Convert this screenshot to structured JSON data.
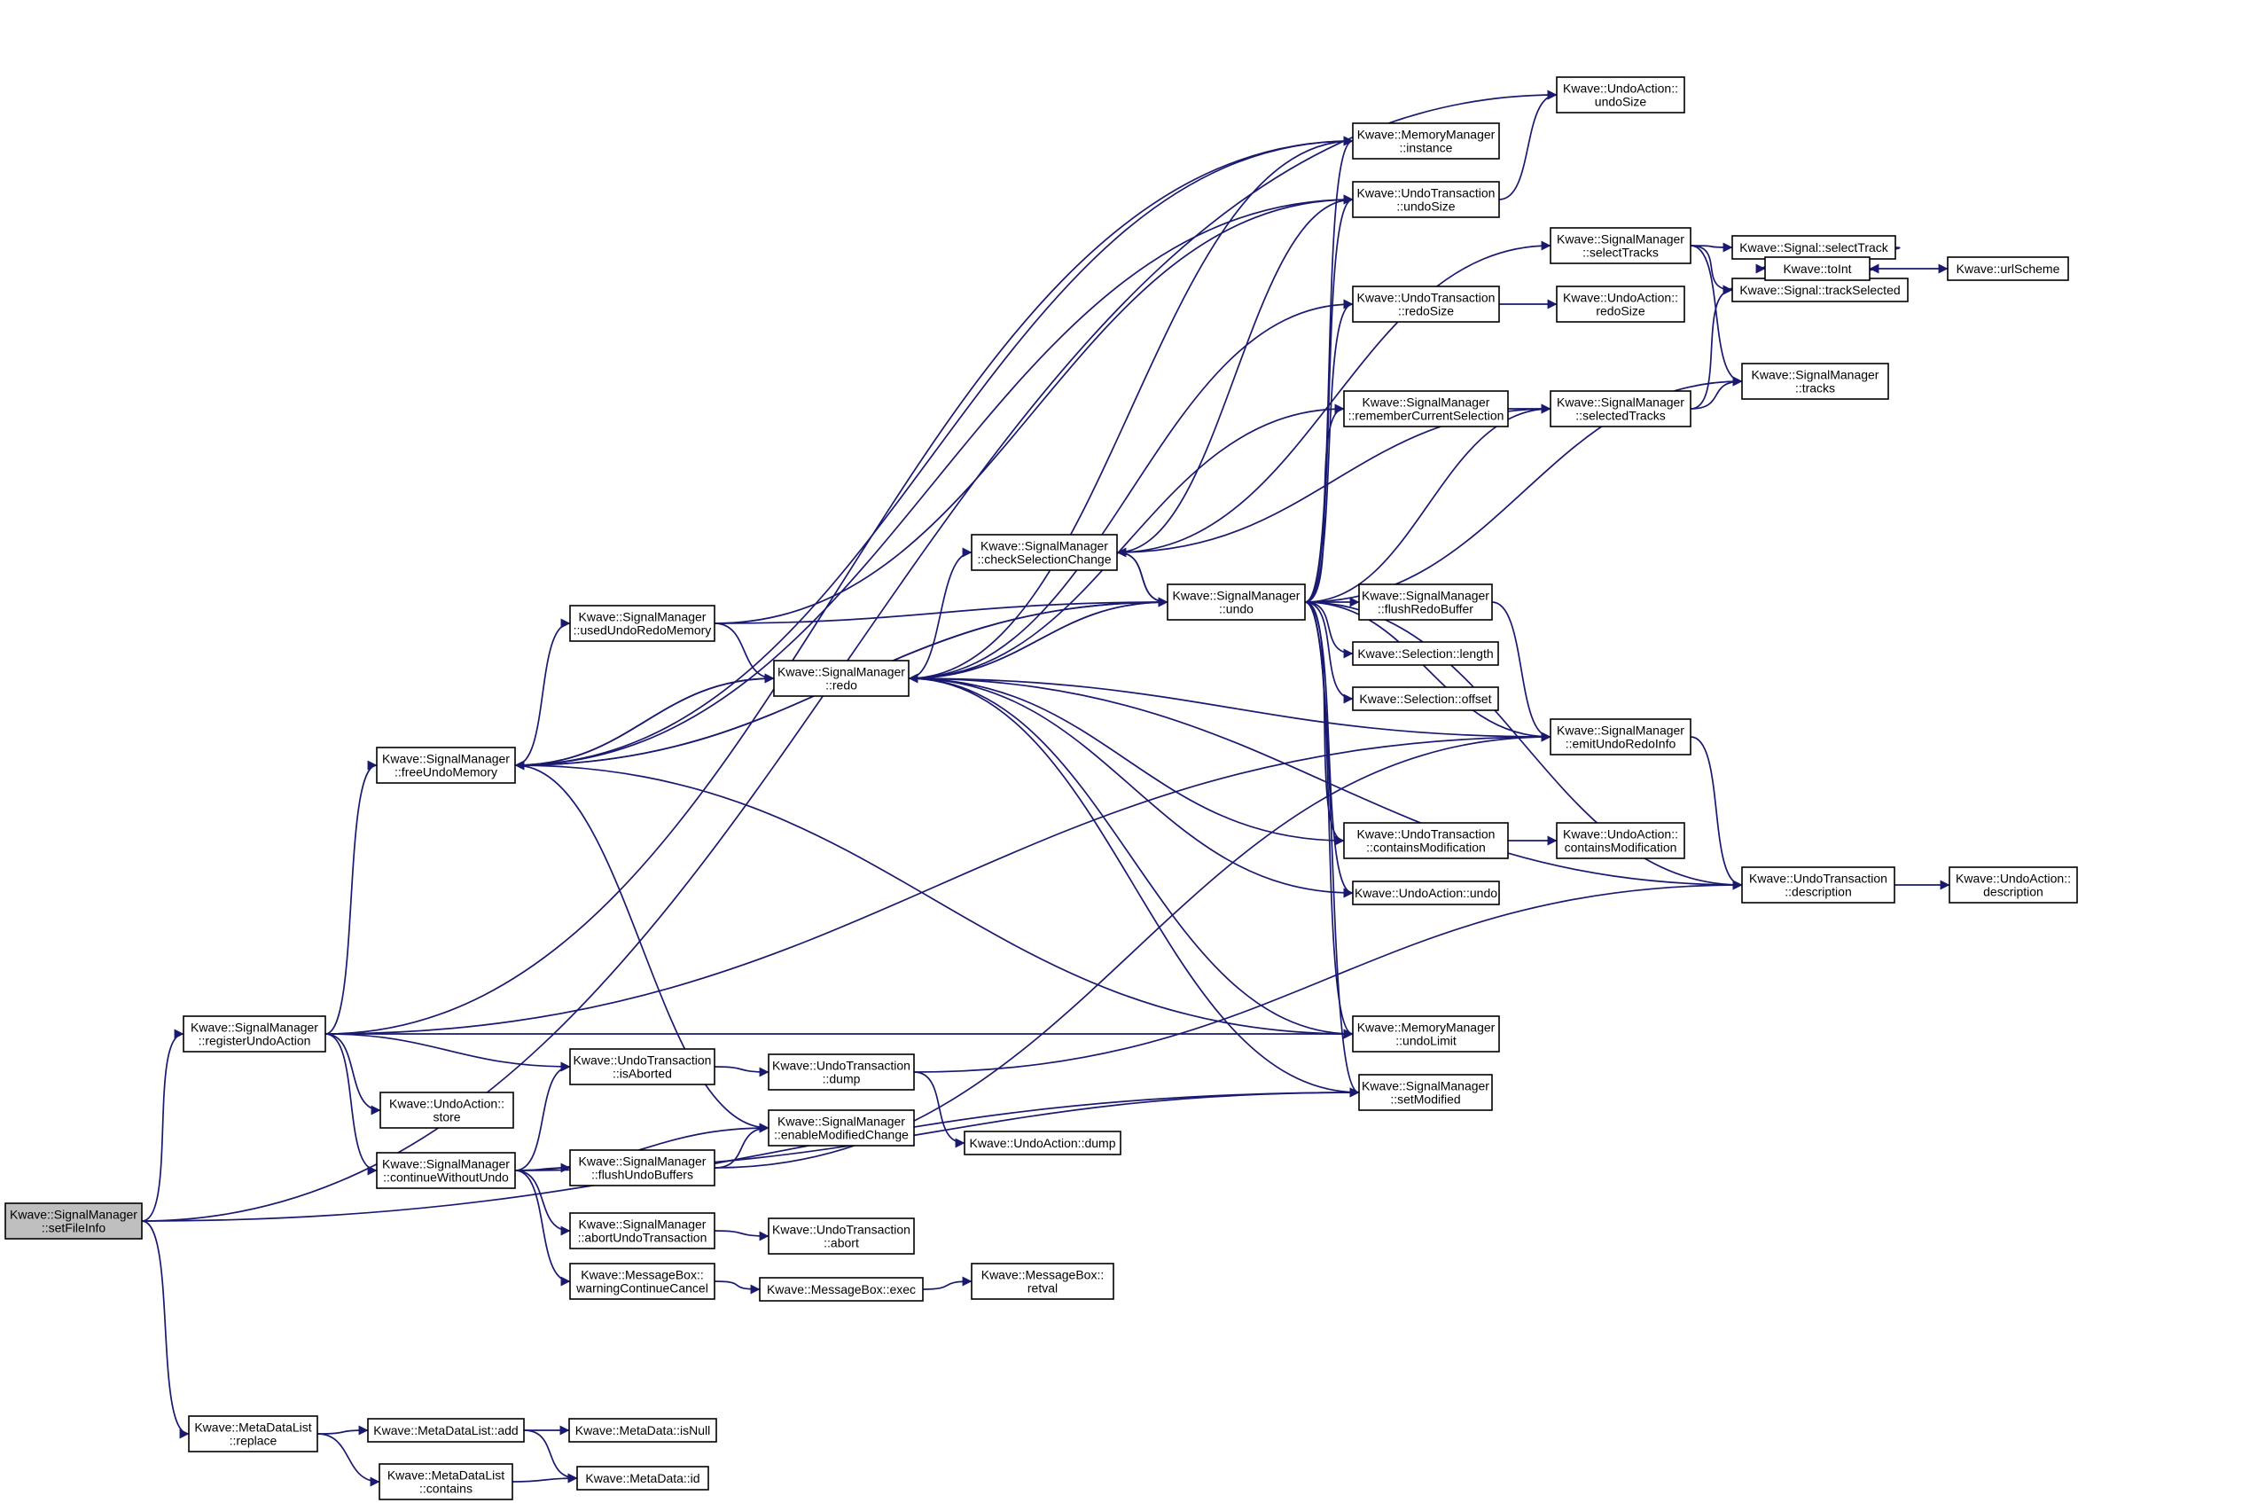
{
  "nodes": [
    {
      "id": "setFileInfo",
      "lines": [
        "Kwave::SignalManager",
        "::setFileInfo"
      ],
      "root": true
    },
    {
      "id": "registerUndoAction",
      "lines": [
        "Kwave::SignalManager",
        "::registerUndoAction"
      ]
    },
    {
      "id": "replace",
      "lines": [
        "Kwave::MetaDataList",
        "::replace"
      ]
    },
    {
      "id": "freeUndoMemory",
      "lines": [
        "Kwave::SignalManager",
        "::freeUndoMemory"
      ]
    },
    {
      "id": "actionStore",
      "lines": [
        "Kwave::UndoAction::",
        "store"
      ]
    },
    {
      "id": "continueWithoutUndo",
      "lines": [
        "Kwave::SignalManager",
        "::continueWithoutUndo"
      ]
    },
    {
      "id": "usedUndoRedoMemory",
      "lines": [
        "Kwave::SignalManager",
        "::usedUndoRedoMemory"
      ]
    },
    {
      "id": "redo",
      "lines": [
        "Kwave::SignalManager",
        "::redo"
      ]
    },
    {
      "id": "checkSelectionChange",
      "lines": [
        "Kwave::SignalManager",
        "::checkSelectionChange"
      ]
    },
    {
      "id": "undo",
      "lines": [
        "Kwave::SignalManager",
        "::undo"
      ]
    },
    {
      "id": "isAborted",
      "lines": [
        "Kwave::UndoTransaction",
        "::isAborted"
      ]
    },
    {
      "id": "txDump",
      "lines": [
        "Kwave::UndoTransaction",
        "::dump"
      ]
    },
    {
      "id": "actionDump",
      "lines": [
        "Kwave::UndoAction::dump"
      ]
    },
    {
      "id": "enableModifiedChange",
      "lines": [
        "Kwave::SignalManager",
        "::enableModifiedChange"
      ]
    },
    {
      "id": "flushUndoBuffers",
      "lines": [
        "Kwave::SignalManager",
        "::flushUndoBuffers"
      ]
    },
    {
      "id": "abortUndoTransaction",
      "lines": [
        "Kwave::SignalManager",
        "::abortUndoTransaction"
      ]
    },
    {
      "id": "txAbort",
      "lines": [
        "Kwave::UndoTransaction",
        "::abort"
      ]
    },
    {
      "id": "warningContinueCancel",
      "lines": [
        "Kwave::MessageBox::",
        "warningContinueCancel"
      ]
    },
    {
      "id": "mbExec",
      "lines": [
        "Kwave::MessageBox::exec"
      ]
    },
    {
      "id": "mbRetval",
      "lines": [
        "Kwave::MessageBox::",
        "retval"
      ]
    },
    {
      "id": "mdlAdd",
      "lines": [
        "Kwave::MetaDataList::add"
      ]
    },
    {
      "id": "mdlContains",
      "lines": [
        "Kwave::MetaDataList",
        "::contains"
      ]
    },
    {
      "id": "mdIsNull",
      "lines": [
        "Kwave::MetaData::isNull"
      ]
    },
    {
      "id": "mdId",
      "lines": [
        "Kwave::MetaData::id"
      ]
    },
    {
      "id": "mmInstance",
      "lines": [
        "Kwave::MemoryManager",
        "::instance"
      ]
    },
    {
      "id": "txUndoSize",
      "lines": [
        "Kwave::UndoTransaction",
        "::undoSize"
      ]
    },
    {
      "id": "txRedoSize",
      "lines": [
        "Kwave::UndoTransaction",
        "::redoSize"
      ]
    },
    {
      "id": "rememberCurrentSelection",
      "lines": [
        "Kwave::SignalManager",
        "::rememberCurrentSelection"
      ]
    },
    {
      "id": "flushRedoBuffer",
      "lines": [
        "Kwave::SignalManager",
        "::flushRedoBuffer"
      ]
    },
    {
      "id": "selLength",
      "lines": [
        "Kwave::Selection::length"
      ]
    },
    {
      "id": "selOffset",
      "lines": [
        "Kwave::Selection::offset"
      ]
    },
    {
      "id": "txContainsModification",
      "lines": [
        "Kwave::UndoTransaction",
        "::containsModification"
      ]
    },
    {
      "id": "actionUndo",
      "lines": [
        "Kwave::UndoAction::undo"
      ]
    },
    {
      "id": "mmUndoLimit",
      "lines": [
        "Kwave::MemoryManager",
        "::undoLimit"
      ]
    },
    {
      "id": "setModified",
      "lines": [
        "Kwave::SignalManager",
        "::setModified"
      ]
    },
    {
      "id": "actionUndoSize",
      "lines": [
        "Kwave::UndoAction::",
        "undoSize"
      ]
    },
    {
      "id": "selectTracks",
      "lines": [
        "Kwave::SignalManager",
        "::selectTracks"
      ]
    },
    {
      "id": "actionRedoSize",
      "lines": [
        "Kwave::UndoAction::",
        "redoSize"
      ]
    },
    {
      "id": "selectedTracks",
      "lines": [
        "Kwave::SignalManager",
        "::selectedTracks"
      ]
    },
    {
      "id": "emitUndoRedoInfo",
      "lines": [
        "Kwave::SignalManager",
        "::emitUndoRedoInfo"
      ]
    },
    {
      "id": "actionContainsModification",
      "lines": [
        "Kwave::UndoAction::",
        "containsModification"
      ]
    },
    {
      "id": "signalSelectTrack",
      "lines": [
        "Kwave::Signal::selectTrack"
      ]
    },
    {
      "id": "signalTrackSelected",
      "lines": [
        "Kwave::Signal::trackSelected"
      ]
    },
    {
      "id": "tracks",
      "lines": [
        "Kwave::SignalManager",
        "::tracks"
      ]
    },
    {
      "id": "txDescription",
      "lines": [
        "Kwave::UndoTransaction",
        "::description"
      ]
    },
    {
      "id": "toInt",
      "lines": [
        "Kwave::toInt"
      ]
    },
    {
      "id": "urlScheme",
      "lines": [
        "Kwave::urlScheme"
      ]
    },
    {
      "id": "actionDescription",
      "lines": [
        "Kwave::UndoAction::",
        "description"
      ]
    }
  ],
  "edges": [
    [
      "setFileInfo",
      "registerUndoAction"
    ],
    [
      "setFileInfo",
      "replace"
    ],
    [
      "setFileInfo",
      "actionUndoSize"
    ],
    [
      "setFileInfo",
      "setModified"
    ],
    [
      "registerUndoAction",
      "freeUndoMemory"
    ],
    [
      "registerUndoAction",
      "actionStore"
    ],
    [
      "registerUndoAction",
      "continueWithoutUndo"
    ],
    [
      "registerUndoAction",
      "isAborted"
    ],
    [
      "registerUndoAction",
      "mmInstance"
    ],
    [
      "registerUndoAction",
      "mmUndoLimit"
    ],
    [
      "registerUndoAction",
      "emitUndoRedoInfo"
    ],
    [
      "replace",
      "mdlAdd"
    ],
    [
      "replace",
      "mdlContains"
    ],
    [
      "mdlAdd",
      "mdIsNull"
    ],
    [
      "mdlAdd",
      "mdId"
    ],
    [
      "mdlContains",
      "mdId"
    ],
    [
      "freeUndoMemory",
      "usedUndoRedoMemory"
    ],
    [
      "freeUndoMemory",
      "redo"
    ],
    [
      "freeUndoMemory",
      "undo"
    ],
    [
      "freeUndoMemory",
      "mmInstance"
    ],
    [
      "freeUndoMemory",
      "txUndoSize"
    ],
    [
      "freeUndoMemory",
      "mmUndoLimit"
    ],
    [
      "freeUndoMemory",
      "enableModifiedChange"
    ],
    [
      "usedUndoRedoMemory",
      "redo"
    ],
    [
      "usedUndoRedoMemory",
      "undo"
    ],
    [
      "usedUndoRedoMemory",
      "txUndoSize"
    ],
    [
      "redo",
      "freeUndoMemory"
    ],
    [
      "redo",
      "checkSelectionChange"
    ],
    [
      "redo",
      "undo"
    ],
    [
      "redo",
      "mmInstance"
    ],
    [
      "redo",
      "txRedoSize"
    ],
    [
      "redo",
      "rememberCurrentSelection"
    ],
    [
      "redo",
      "txContainsModification"
    ],
    [
      "redo",
      "actionUndo"
    ],
    [
      "redo",
      "mmUndoLimit"
    ],
    [
      "redo",
      "setModified"
    ],
    [
      "redo",
      "emitUndoRedoInfo"
    ],
    [
      "redo",
      "txDescription"
    ],
    [
      "checkSelectionChange",
      "undo"
    ],
    [
      "checkSelectionChange",
      "selectedTracks"
    ],
    [
      "checkSelectionChange",
      "selectTracks"
    ],
    [
      "checkSelectionChange",
      "txUndoSize"
    ],
    [
      "undo",
      "freeUndoMemory"
    ],
    [
      "undo",
      "checkSelectionChange"
    ],
    [
      "undo",
      "redo"
    ],
    [
      "undo",
      "mmInstance"
    ],
    [
      "undo",
      "txUndoSize"
    ],
    [
      "undo",
      "txRedoSize"
    ],
    [
      "undo",
      "rememberCurrentSelection"
    ],
    [
      "undo",
      "flushRedoBuffer"
    ],
    [
      "undo",
      "selLength"
    ],
    [
      "undo",
      "selOffset"
    ],
    [
      "undo",
      "txContainsModification"
    ],
    [
      "undo",
      "actionUndo"
    ],
    [
      "undo",
      "mmUndoLimit"
    ],
    [
      "undo",
      "setModified"
    ],
    [
      "undo",
      "selectedTracks"
    ],
    [
      "undo",
      "tracks"
    ],
    [
      "undo",
      "emitUndoRedoInfo"
    ],
    [
      "undo",
      "txDescription"
    ],
    [
      "continueWithoutUndo",
      "isAborted"
    ],
    [
      "continueWithoutUndo",
      "enableModifiedChange"
    ],
    [
      "continueWithoutUndo",
      "flushUndoBuffers"
    ],
    [
      "continueWithoutUndo",
      "abortUndoTransaction"
    ],
    [
      "continueWithoutUndo",
      "warningContinueCancel"
    ],
    [
      "continueWithoutUndo",
      "setModified"
    ],
    [
      "isAborted",
      "txDump"
    ],
    [
      "txDump",
      "actionDump"
    ],
    [
      "txDump",
      "txDescription"
    ],
    [
      "flushUndoBuffers",
      "enableModifiedChange"
    ],
    [
      "flushUndoBuffers",
      "emitUndoRedoInfo"
    ],
    [
      "abortUndoTransaction",
      "txAbort"
    ],
    [
      "warningContinueCancel",
      "mbExec"
    ],
    [
      "mbExec",
      "mbRetval"
    ],
    [
      "txUndoSize",
      "actionUndoSize"
    ],
    [
      "txRedoSize",
      "actionRedoSize"
    ],
    [
      "rememberCurrentSelection",
      "selectedTracks"
    ],
    [
      "flushRedoBuffer",
      "emitUndoRedoInfo"
    ],
    [
      "txContainsModification",
      "actionContainsModification"
    ],
    [
      "selectTracks",
      "signalSelectTrack"
    ],
    [
      "selectTracks",
      "signalTrackSelected"
    ],
    [
      "selectTracks",
      "tracks"
    ],
    [
      "selectedTracks",
      "tracks"
    ],
    [
      "selectedTracks",
      "signalTrackSelected"
    ],
    [
      "emitUndoRedoInfo",
      "txDescription"
    ],
    [
      "signalSelectTrack",
      "toInt"
    ],
    [
      "signalTrackSelected",
      "toInt"
    ],
    [
      "toInt",
      "urlScheme"
    ],
    [
      "txDescription",
      "actionDescription"
    ]
  ]
}
